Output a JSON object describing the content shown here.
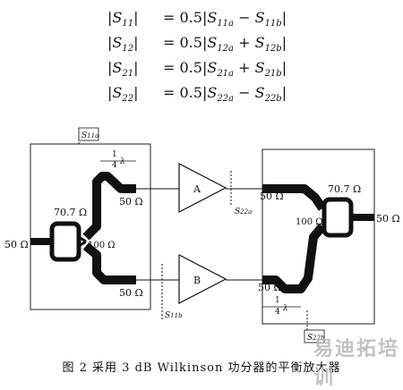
{
  "equations": [
    {
      "lhs_sym": "S",
      "lhs_sub": "11",
      "coef": "0.5",
      "t1": "S",
      "t1_sub": "11a",
      "op": "−",
      "t2": "S",
      "t2_sub": "11b"
    },
    {
      "lhs_sym": "S",
      "lhs_sub": "12",
      "coef": "0.5",
      "t1": "S",
      "t1_sub": "12a",
      "op": "+",
      "t2": "S",
      "t2_sub": "12b"
    },
    {
      "lhs_sym": "S",
      "lhs_sub": "21",
      "coef": "0.5",
      "t1": "S",
      "t1_sub": "21a",
      "op": "+",
      "t2": "S",
      "t2_sub": "21b"
    },
    {
      "lhs_sym": "S",
      "lhs_sub": "22",
      "coef": "0.5",
      "t1": "S",
      "t1_sub": "22a",
      "op": "−",
      "t2": "S",
      "t2_sub": "22b"
    }
  ],
  "figure": {
    "left": {
      "input_label": "50 Ω",
      "ring_label": "70.7 Ω",
      "res_label": "100 Ω",
      "out_top_label": "50 Ω",
      "out_bot_label": "50 Ω",
      "ref_s11a": "S",
      "ref_s11a_sub": "11a",
      "quarter_num": "1",
      "quarter_den": "4",
      "quarter_sym": "λ"
    },
    "amps": {
      "a_label": "A",
      "b_label": "B"
    },
    "right": {
      "in_top_label": "50 Ω",
      "in_bot_label": "50 Ω",
      "ring_label": "70.7 Ω",
      "res_label": "100 Ω",
      "output_label": "50 Ω",
      "ref_s22b": "S",
      "ref_s22b_sub": "22b",
      "quarter_num": "1",
      "quarter_den": "4",
      "quarter_sym": "λ"
    },
    "ref_s22a": "S",
    "ref_s22a_sub": "22a",
    "ref_s11b": "S",
    "ref_s11b_sub": "11b"
  },
  "caption": "图 2  采用 3 dB Wilkinson 功分器的平衡放大器",
  "watermark": "易迪拓培训"
}
